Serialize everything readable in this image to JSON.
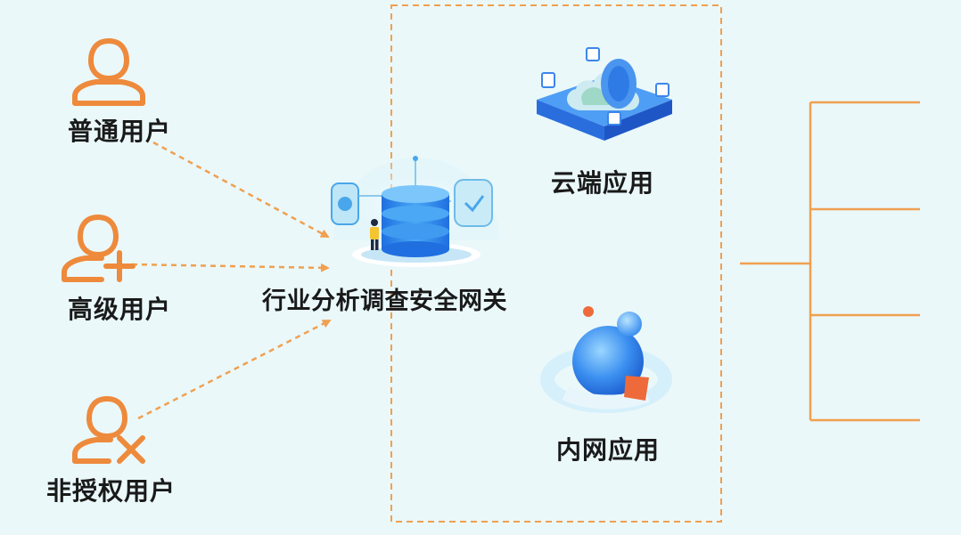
{
  "users": [
    {
      "label": "普通用户",
      "icon": "user-icon"
    },
    {
      "label": "高级用户",
      "icon": "user-plus-icon"
    },
    {
      "label": "非授权用户",
      "icon": "user-x-icon"
    }
  ],
  "gateway": {
    "label": "行业分析调查安全网关",
    "icon": "database-shield-icon"
  },
  "apps": [
    {
      "label": "云端应用",
      "icon": "cloud-platform-icon"
    },
    {
      "label": "内网应用",
      "icon": "sphere-ring-icon"
    }
  ],
  "colors": {
    "accent": "#f0a050",
    "user_icon": "#ee8a3c",
    "background": "#eaf8fa",
    "db_blue": "#2f8bea"
  }
}
